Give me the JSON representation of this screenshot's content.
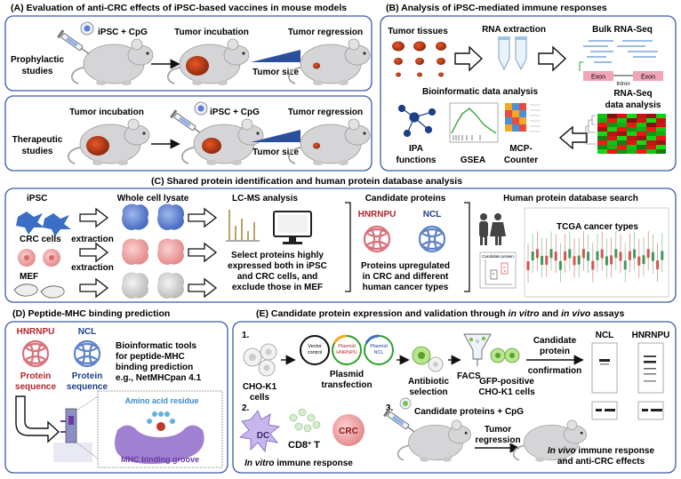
{
  "panelA": {
    "title": "(A) Evaluation of anti-CRC effects of iPSC-based vaccines in mouse models",
    "prophylactic": {
      "label_line1": "Prophylactic",
      "label_line2": "studies",
      "step1": "iPSC + CpG",
      "step2": "Tumor incubation",
      "step3": "Tumor regression",
      "tumor_size": "Tumor size"
    },
    "therapeutic": {
      "label_line1": "Therapeutic",
      "label_line2": "studies",
      "step1": "Tumor incubation",
      "step2": "iPSC + CpG",
      "step3": "Tumor regression",
      "tumor_size": "Tumor size"
    }
  },
  "panelB": {
    "title": "(B) Analysis of iPSC-mediated immune responses",
    "tumor_tissues": "Tumor tissues",
    "rna_extraction": "RNA extraction",
    "bulk_rnaseq": "Bulk RNA-Seq",
    "exon1": "Exon",
    "intron": "Intron",
    "exon2": "Exon",
    "bioinformatic": "Bioinformatic data analysis",
    "rnaseq_line1": "RNA-Seq",
    "rnaseq_line2": "data analysis",
    "ipa_line1": "IPA",
    "ipa_line2": "functions",
    "gsea": "GSEA",
    "mcp_line1": "MCP-",
    "mcp_line2": "Counter"
  },
  "panelC": {
    "title": "(C) Shared protein identification and human protein database analysis",
    "ipsc": "iPSC",
    "crc_cells": "CRC cells",
    "mef": "MEF",
    "whole_cell_lysate": "Whole cell lysate",
    "extraction1": "extraction",
    "extraction2": "extraction",
    "lcms": "LC-MS analysis",
    "select_line1": "Select proteins highly",
    "select_line2": "expressed both in iPSC",
    "select_line3": "and CRC cells, and",
    "select_line4": "exclude those in MEF",
    "candidate_proteins": "Candidate proteins",
    "hnrnpu": "HNRNPU",
    "ncl": "NCL",
    "upreg_line1": "Proteins upregulated",
    "upreg_line2": "in CRC and different",
    "upreg_line3": "human cancer types",
    "human_db": "Human protein database search",
    "tcga": "TCGA cancer types",
    "inset_title": "Candidate protein"
  },
  "panelD": {
    "title": "(D) Peptide-MHC binding prediction",
    "hnrnpu": "HNRNPU",
    "ncl": "NCL",
    "protein1_line1": "Protein",
    "protein1_line2": "sequence",
    "protein2_line1": "Protein",
    "protein2_line2": "sequence",
    "tools_line1": "Bioinformatic tools",
    "tools_line2": "for peptide-MHC",
    "tools_line3": "binding prediction",
    "tools_line4": "e.g., NetMHCpan 4.1",
    "amino_acid": "Amino acid residue",
    "groove": "MHC binding groove"
  },
  "panelE": {
    "title_pre": "(E) Candidate protein expression and validation through ",
    "title_it1": "in vitro",
    "title_mid": " and ",
    "title_it2": "in vivo",
    "title_post": " assays",
    "step1": "1.",
    "step2": "2.",
    "step3": "3.",
    "cho_line1": "CHO-K1",
    "cho_line2": "cells",
    "plasmid_line1": "Plasmid",
    "plasmid_line2": "transfection",
    "vector_line1": "Vector",
    "vector_line2": "control",
    "hnrnpu_plasmid_line1": "Plasmid",
    "hnrnpu_plasmid_line2": "HNRNPU",
    "ncl_plasmid_line1": "Plasmid",
    "ncl_plasmid_line2": "NCL",
    "antibiotic_line1": "Antibiotic",
    "antibiotic_line2": "selection",
    "facs": "FACS",
    "gfp_line1": "GFP-positive",
    "gfp_line2": "CHO-K1 cells",
    "candidate_line1": "Candidate",
    "candidate_line2": "protein",
    "confirmation": "confirmation",
    "ncl_blot": "NCL",
    "hnrnpu_blot": "HNRNPU",
    "dc": "DC",
    "cd8": "CD8",
    "cd8_sup": "+",
    "cd8_t": " T",
    "crc": "CRC",
    "invitro_it": "In vitro",
    "invitro_rest": " immune response",
    "candidates_cpg": "Candidate proteins + CpG",
    "tumor_line1": "Tumor",
    "tumor_line2": "regression",
    "invivo_it": "In vivo",
    "invivo_rest": " immune response",
    "invivo_line2": "and anti-CRC effects"
  }
}
